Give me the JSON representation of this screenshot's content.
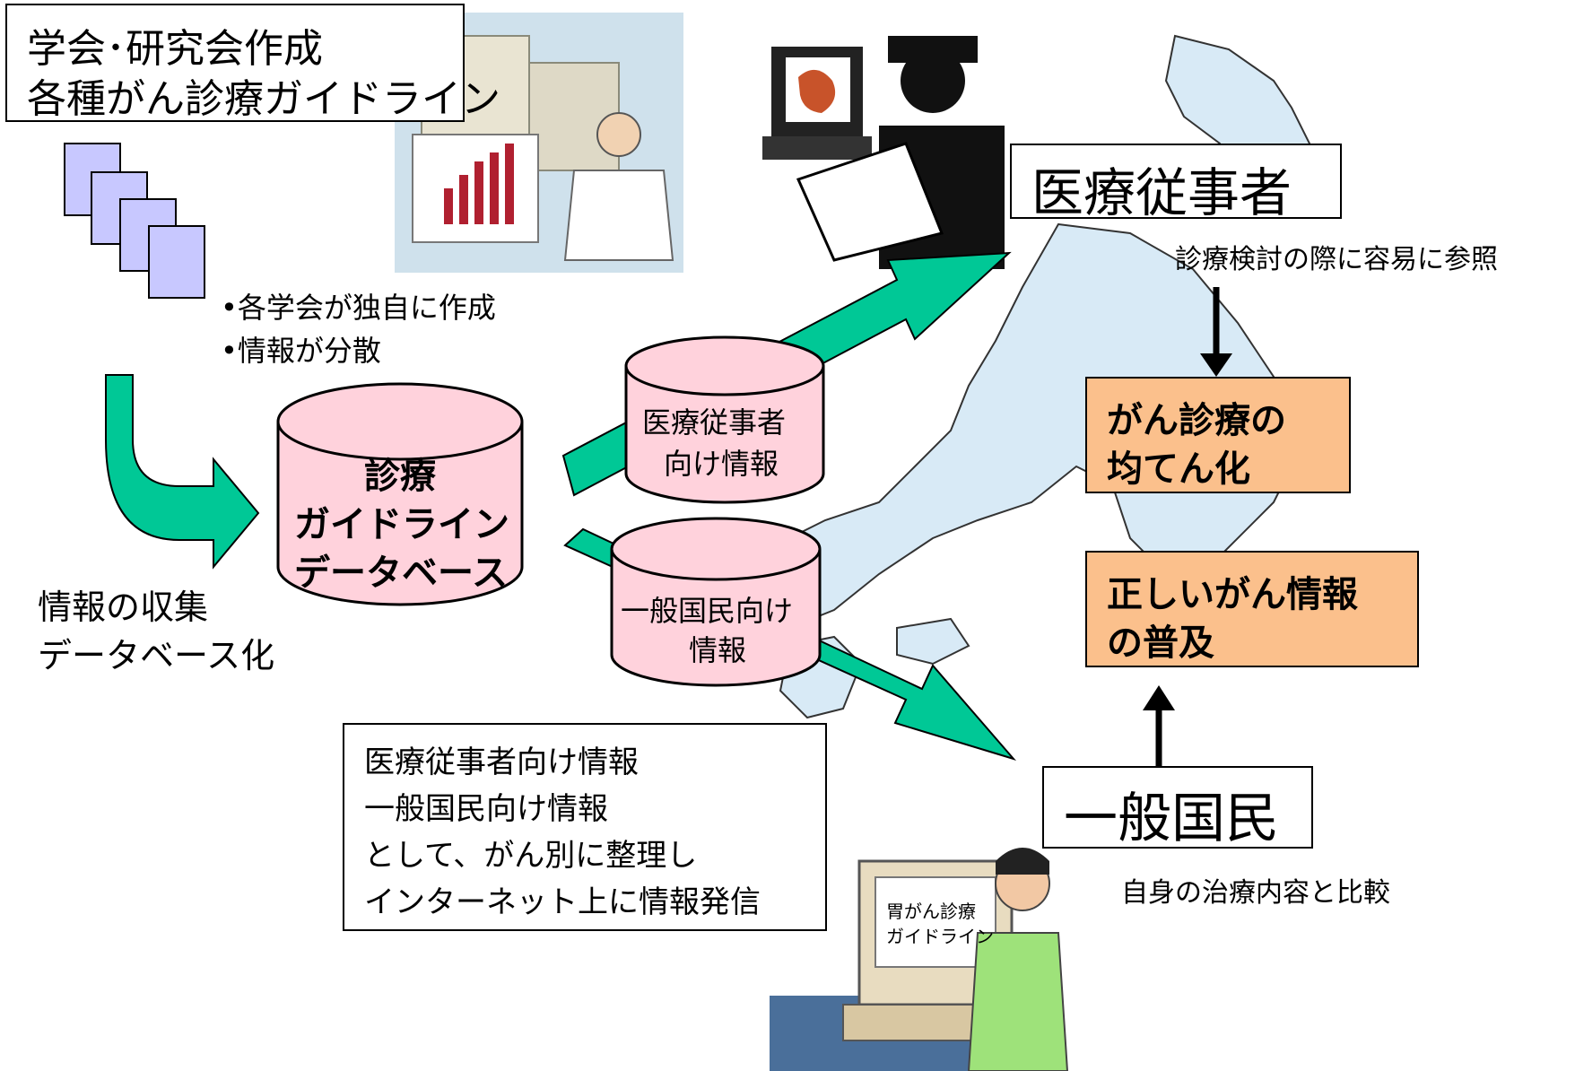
{
  "source_box": {
    "line1": "学会･研究会作成",
    "line2": "各種がん診療ガイドライン"
  },
  "bullets": {
    "item1": "•各学会が独自に作成",
    "item2": "•情報が分散"
  },
  "database": {
    "line1": "診療",
    "line2": "ガイドライン",
    "line3": "データベース"
  },
  "collection_caption": {
    "line1": "情報の収集",
    "line2": "データベース化"
  },
  "professional_info_cylinder": {
    "line1": "医療従事者",
    "line2": "向け情報"
  },
  "public_info_cylinder": {
    "line1": "一般国民向け",
    "line2": "情報"
  },
  "medical_staff": {
    "label": "医療従事者",
    "caption": "診療検討の際に容易に参照"
  },
  "outcome_equalization": {
    "line1": "がん診療の",
    "line2": "均てん化"
  },
  "outcome_dissemination": {
    "line1": "正しいがん情報",
    "line2": "の普及"
  },
  "general_public": {
    "label": "一般国民",
    "caption": "自身の治療内容と比較"
  },
  "summary_box": {
    "line1": "医療従事者向け情報",
    "line2": "一般国民向け情報",
    "line3": "として、がん別に整理し",
    "line4": "インターネット上に情報発信"
  },
  "monitor_screen": {
    "line1": "胃がん診療",
    "line2": "ガイドライン"
  },
  "colors": {
    "arrow": "#00c896",
    "cylinder": "#ffd2dc",
    "outcome": "#fbc08c",
    "document": "#c8c8ff",
    "map": "#d8eaf6"
  }
}
